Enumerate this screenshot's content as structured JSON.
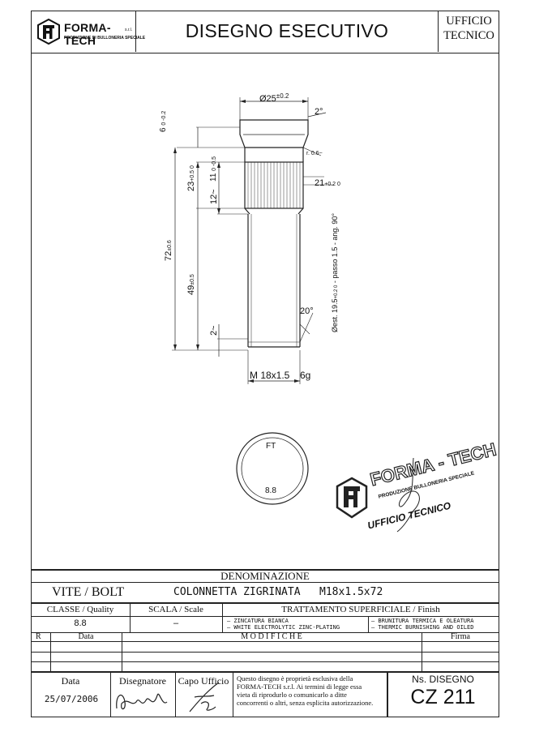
{
  "header": {
    "logo_name": "FORMA-TECH",
    "logo_suffix": "s.r.l.",
    "logo_tagline": "PRODUZIONE DI BULLONERIA SPECIALE",
    "title": "DISEGNO ESECUTIVO",
    "office_line1": "UFFICIO",
    "office_line2": "TECNICO"
  },
  "drawing": {
    "dim_head_diameter": "Ø25",
    "dim_head_diameter_tol": "±0.2",
    "dim_head_angle": "2°",
    "dim_head_height": "6",
    "dim_head_height_tol": "0 -0.2",
    "dim_radius": "r. 0.6~",
    "dim_knurl_top": "11",
    "dim_knurl_top_tol": "0 -0.5",
    "dim_knurl_diameter": "21",
    "dim_knurl_diameter_tol": "+0.2 0",
    "dim_knurl_length": "23",
    "dim_knurl_length_tol": "+0.5 0",
    "dim_transition": "12~",
    "dim_total_length": "72",
    "dim_total_length_tol": "±0.6",
    "dim_thread_length": "49",
    "dim_thread_length_tol": "±0.5",
    "dim_knurl_note": "Øest. 19.5",
    "dim_knurl_note_tol": "+0.2 0",
    "dim_knurl_note_rest": " - passo 1.5 - ang. 90°",
    "dim_chamfer_angle": "20°",
    "dim_chamfer_length": "2~",
    "dim_thread": "M 18x1.5",
    "dim_thread_class": "6g",
    "head_mark_top": "FT",
    "head_mark_bottom": "8.8"
  },
  "stamp": {
    "name": "FORMA - TECH",
    "tagline": "PRODUZIONE BULLONERIA SPECIALE",
    "office": "UFFICIO TECNICO"
  },
  "title_block": {
    "denominazione_label": "DENOMINAZIONE",
    "type": "VITE / BOLT",
    "description": "COLONNETTA ZIGRINATA   M18x1.5x72",
    "class_label": "CLASSE / Quality",
    "class_value": "8.8",
    "scale_label": "SCALA / Scale",
    "scale_value": "–",
    "treatment_label": "TRATTAMENTO SUPERFICIALE / Finish",
    "treatment_1": "– ZINCATURA BIANCA",
    "treatment_2": "– WHITE ELECTROLYTIC ZINC-PLATING",
    "treatment_3": "– BRUNITURA TERMICA E OLEATURA",
    "treatment_4": "– THERMIC BURNISHING AND OILED",
    "rev_label": "R",
    "date_col_label": "Data",
    "changes_label": "M O D I F I C H E",
    "sign_label": "Firma",
    "data_label": "Data",
    "data_value": "25/07/2006",
    "designer_label": "Disegnatore",
    "chief_label": "Capo Ufficio",
    "disclaimer_1": "Questo disegno è proprietà esclusiva della",
    "disclaimer_2": "FORMA-TECH s.r.l. Ai termini di legge essa",
    "disclaimer_3": "vieta di riprodurlo o comunicarlo a ditte",
    "disclaimer_4": "concorrenti o altri, senza esplicita autorizzazione.",
    "drawing_no_label": "Ns. DISEGNO",
    "drawing_no": "CZ 211"
  }
}
